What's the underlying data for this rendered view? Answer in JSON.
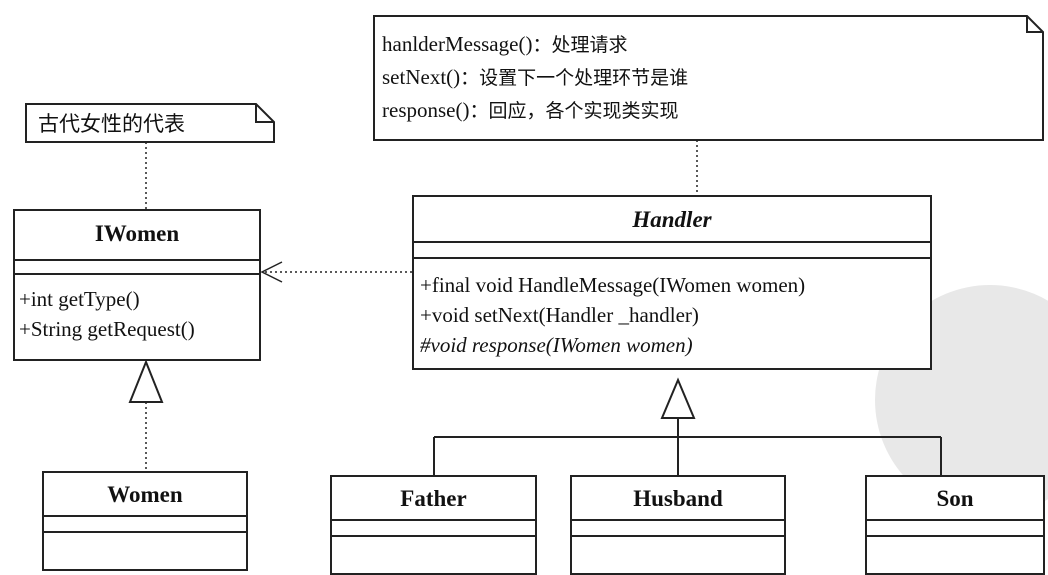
{
  "note_iwomen": "古代女性的代表",
  "note_handler": [
    {
      "method": "hanlderMessage()",
      "desc": "：处理请求"
    },
    {
      "method": "setNext()",
      "desc": "：设置下一个处理环节是谁"
    },
    {
      "method": "response()",
      "desc": "：回应，各个实现类实现"
    }
  ],
  "iwomen": {
    "name": "IWomen",
    "methods": [
      "+int getType()",
      "+String getRequest()"
    ]
  },
  "handler": {
    "name": "Handler",
    "methods": [
      "+final void HandleMessage(IWomen women)",
      "+void setNext(Handler _handler)",
      "#void response(IWomen women)"
    ]
  },
  "women": {
    "name": "Women"
  },
  "father": {
    "name": "Father"
  },
  "husband": {
    "name": "Husband"
  },
  "son": {
    "name": "Son"
  },
  "colors": {
    "line": "#222222",
    "watermark": "#e6e6e6"
  }
}
